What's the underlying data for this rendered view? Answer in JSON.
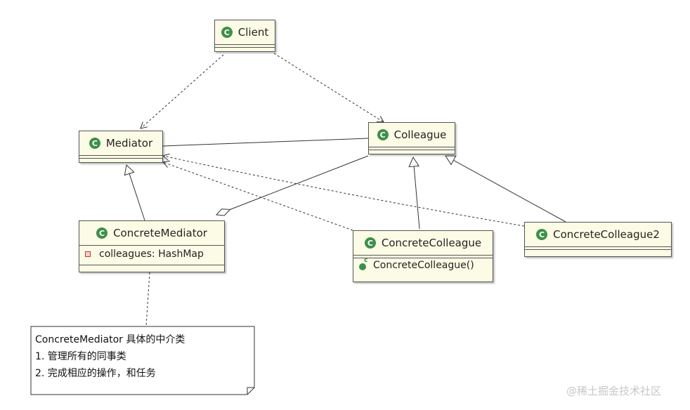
{
  "classes": {
    "client": {
      "name": "Client"
    },
    "mediator": {
      "name": "Mediator"
    },
    "colleague": {
      "name": "Colleague"
    },
    "concrete_mediator": {
      "name": "ConcreteMediator",
      "field": "colleagues: HashMap"
    },
    "concrete_colleague": {
      "name": "ConcreteColleague",
      "method": "ConcreteColleague()"
    },
    "concrete_colleague2": {
      "name": "ConcreteColleague2"
    }
  },
  "class_icon_letter": "C",
  "note": {
    "line1": "ConcreteMediator 具体的中介类",
    "line2": "1. 管理所有的同事类",
    "line3": "2. 完成相应的操作，和任务"
  },
  "watermark": "@稀土掘金技术社区",
  "colors": {
    "class_fill": "#fcfce6",
    "class_icon": "#3e8f4a",
    "border": "#555555"
  }
}
